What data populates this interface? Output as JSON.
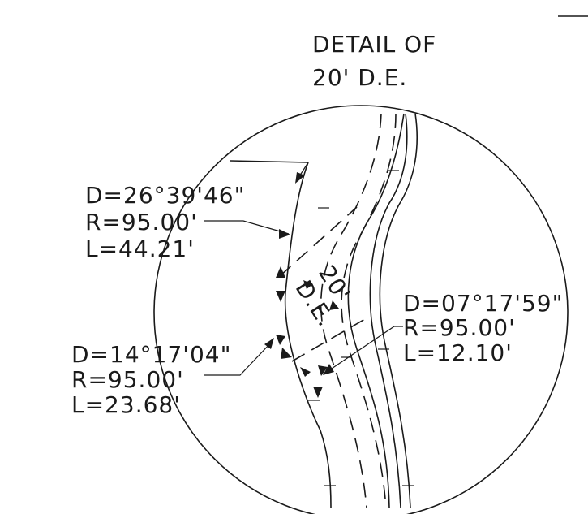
{
  "title": {
    "line1": "DETAIL OF",
    "line2": "20' D.E."
  },
  "easement_label": {
    "width": "20'",
    "abbr": "D.E."
  },
  "curves": [
    {
      "delta": "D=26°39'46\"",
      "radius": "R=95.00'",
      "length": "L=44.21'"
    },
    {
      "delta": "D=07°17'59\"",
      "radius": "R=95.00'",
      "length": "L=12.10'"
    },
    {
      "delta": "D=14°17'04\"",
      "radius": "R=95.00'",
      "length": "L=23.68'"
    }
  ]
}
